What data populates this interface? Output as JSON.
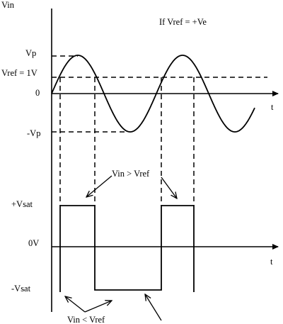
{
  "labels": {
    "top_axis": "Vin",
    "condition": "If Vref = +Ve",
    "vp": "Vp",
    "vref": "Vref  = 1V",
    "zero": "0",
    "neg_vp": "-Vp",
    "t_top": "t",
    "vin_gt_vref": "Vin > Vref",
    "pos_vsat": "+Vsat",
    "zero_v": "0V",
    "t_bottom": "t",
    "neg_vsat": "-Vsat",
    "vin_lt_vref": "Vin   < Vref"
  }
}
